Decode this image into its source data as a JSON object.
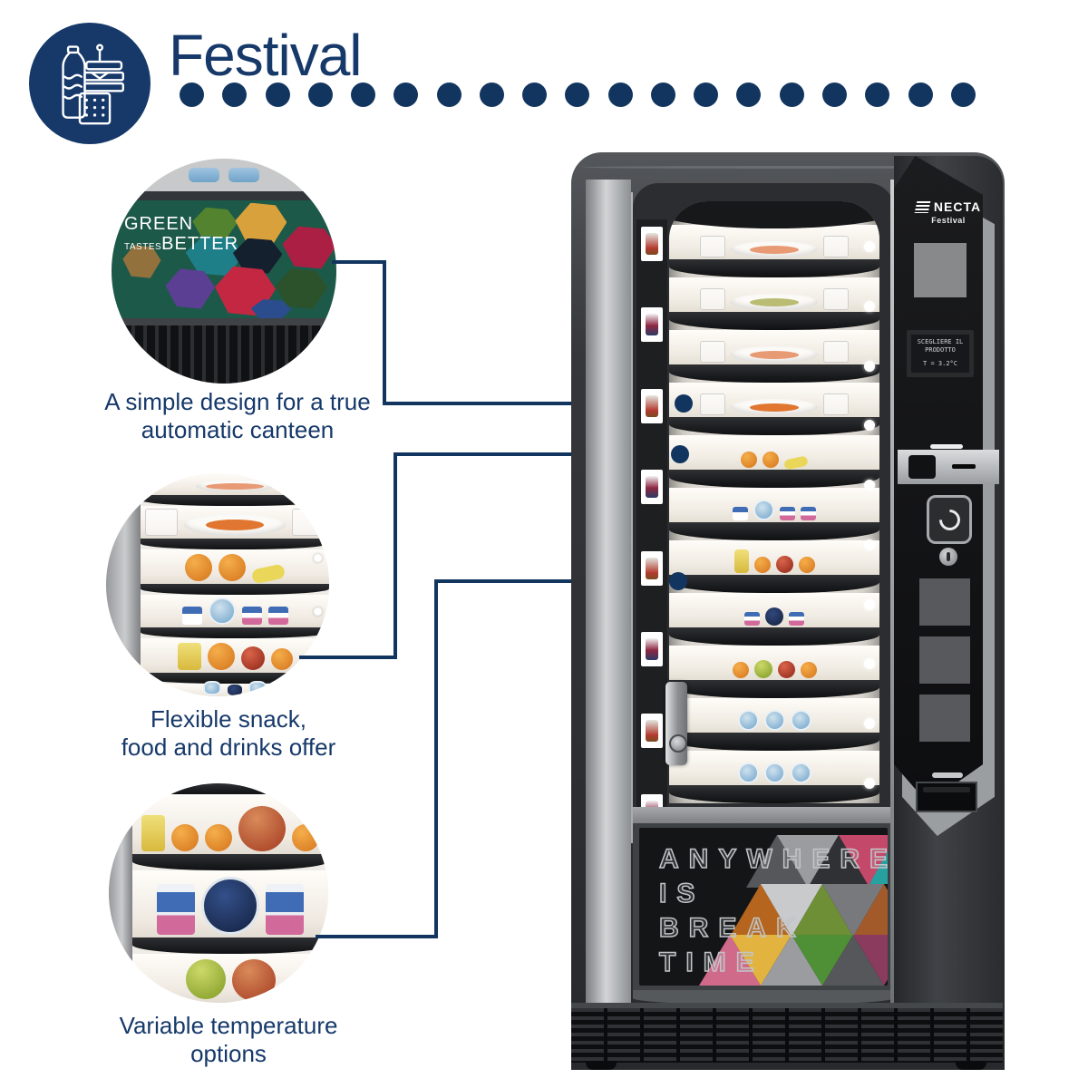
{
  "page": {
    "accent_color": "#16396a",
    "background": "#ffffff"
  },
  "header": {
    "title": "Festival",
    "logo_icon": "bottle-sandwich-snack-icon",
    "dots_count": 19
  },
  "callouts": [
    {
      "caption_line1": "A simple design for a true",
      "caption_line2": "automatic canteen",
      "image_text": {
        "line1": "GREEN",
        "line2_small": "TASTES",
        "line2_big": "BETTER"
      }
    },
    {
      "caption_line1": "Flexible snack,",
      "caption_line2": "food and drinks offer"
    },
    {
      "caption_line1": "Variable temperature",
      "caption_line2": "options"
    }
  ],
  "machine": {
    "brand": "NECTA",
    "model": "Festival",
    "screen_display": {
      "line1": "SCEGLIERE IL",
      "line2": "PRODOTTO",
      "line3": "T = 3.2°C"
    },
    "ad_panel": {
      "line1": "ANYWHERE",
      "line2": "IS",
      "line3": "BREAK",
      "line4": "TIME"
    },
    "shelves": [
      "meal",
      "meal",
      "meal",
      "meal",
      "fruit",
      "yogurt",
      "fruit",
      "yogurt",
      "fruit",
      "dessert",
      "dessert"
    ],
    "lights_count": 10,
    "label_tiles_count": 8
  }
}
